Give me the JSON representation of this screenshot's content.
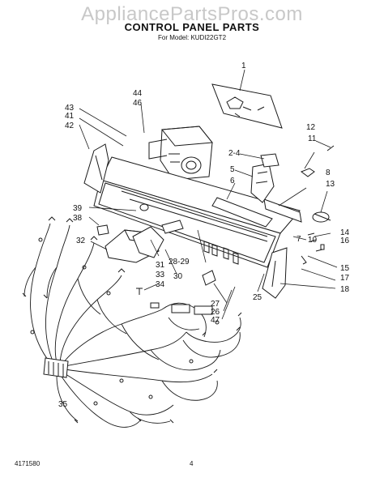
{
  "watermark": "AppliancePartsPros.com",
  "title": "CONTROL PANEL PARTS",
  "subtitle": "For Model: KUDI22GT2",
  "footer": {
    "doc_number": "4171580",
    "page_number": "4"
  },
  "callouts": [
    "1",
    "2-4",
    "5",
    "6",
    "7",
    "8",
    "10",
    "11",
    "12",
    "13",
    "14",
    "15",
    "16",
    "17",
    "18",
    "25",
    "26",
    "27",
    "28-29",
    "30",
    "31",
    "32",
    "33",
    "34",
    "35",
    "38",
    "39",
    "41",
    "42",
    "43",
    "44",
    "46",
    "47"
  ]
}
